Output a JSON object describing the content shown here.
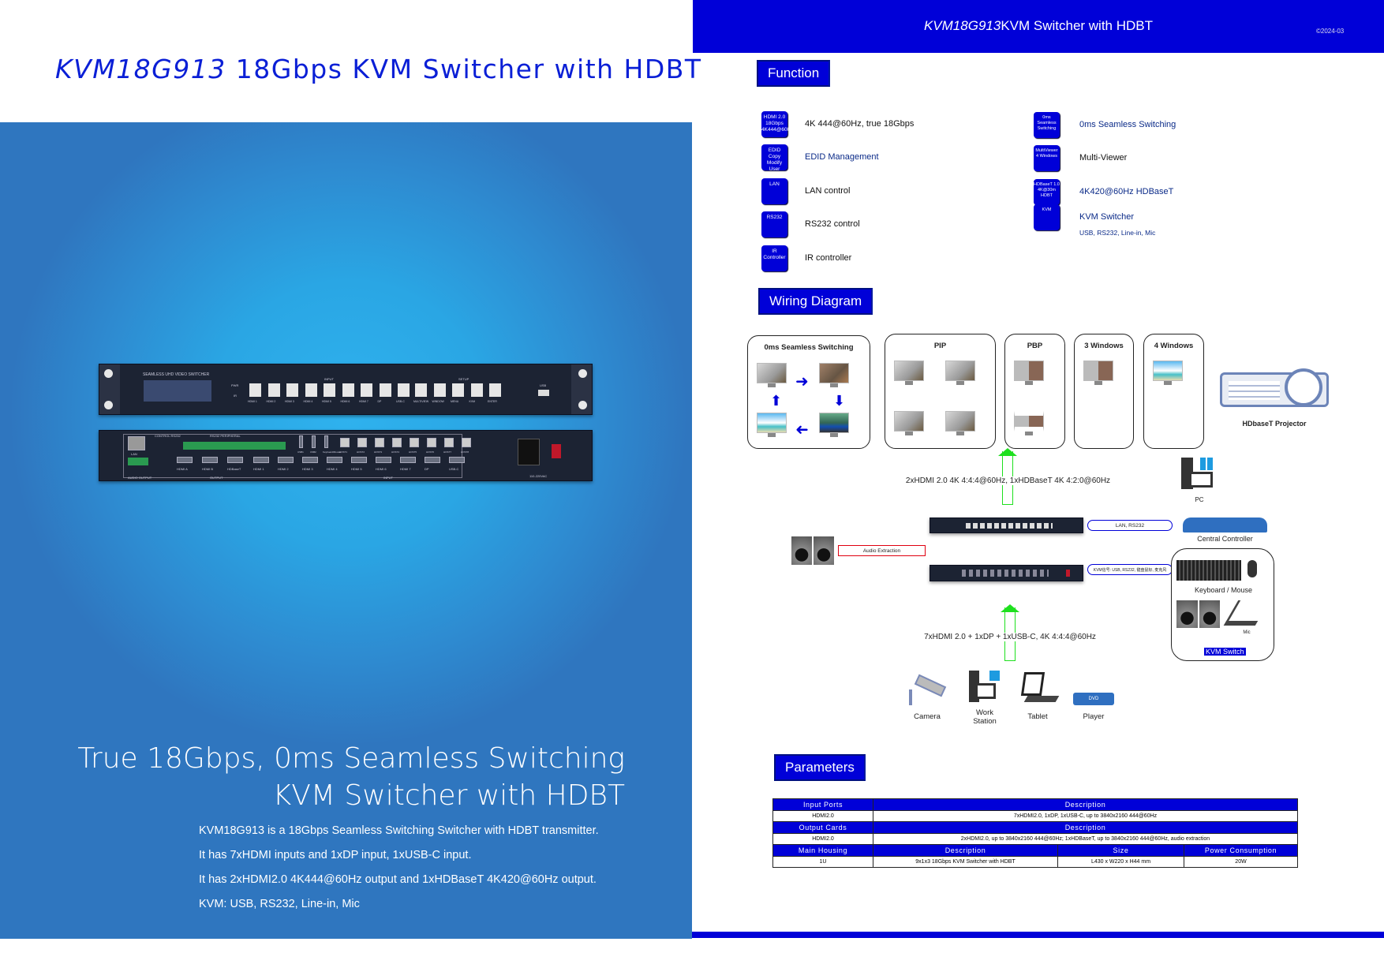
{
  "left": {
    "model": "KVM18G913",
    "title_rest": "18Gbps KVM Switcher with HDBT",
    "headline": [
      "True 18Gbps, 0ms Seamless Switching",
      "KVM Switcher with HDBT"
    ],
    "paragraphs": [
      "KVM18G913 is a 18Gbps Seamless Switching Switcher with HDBT transmitter.",
      "It has 7xHDMI inputs and 1xDP input, 1xUSB-C input.",
      "It has 2xHDMI2.0 4K444@60Hz output and 1xHDBaseT 4K420@60Hz output.",
      "KVM: USB, RS232, Line-in, Mic"
    ],
    "front": {
      "brand": "SEAMLESS UHD VIDEO SWITCHER",
      "input": "INPUT",
      "setup": "SETUP",
      "usb": "USB",
      "pwr": "PWR",
      "ir": "IR",
      "buttons": [
        "HDMI 1",
        "HDMI 2",
        "HDMI 3",
        "HDMI 4",
        "HDMI 5",
        "HDMI 6",
        "HDMI 7",
        "DP",
        "USB-C",
        "MULTIVIEW",
        "WINDOW",
        "MENU",
        "KVM",
        "ENTER"
      ]
    },
    "rear": {
      "lan": "LAN",
      "control": "CONTROL RS232",
      "peripheral": "RS232 PERIPHERAL",
      "audio": "AUDIO OUTPUT",
      "output": "OUTPUT",
      "input": "INPUT",
      "power": "110-220VAC",
      "outputs": [
        "HDMI A",
        "HDMI B",
        "HDBaseT"
      ],
      "inputs": [
        "HDMI 1",
        "HDMI 2",
        "HDMI 3",
        "HDMI 4",
        "HDMI 5",
        "HDMI 6",
        "HDMI 7",
        "DP",
        "USB-C"
      ],
      "usb": [
        "USB1",
        "USB2",
        "Keyboard/Mouse"
      ],
      "hosts": [
        "HOST1",
        "HOST2",
        "HOST3",
        "HOST4",
        "HOST5",
        "HOST6",
        "HOST7",
        "HOST8"
      ]
    }
  },
  "header": {
    "model": "KVM18G913",
    "title": "KVM Switcher with HDBT",
    "date": "©2024-03"
  },
  "function": {
    "heading": "Function",
    "left": [
      {
        "icon": "HDMI 2.0\n18Gbps 4K444@60Hz",
        "text": "4K 444@60Hz, true 18Gbps"
      },
      {
        "icon": "EDID\nCopy Modify User",
        "text": "EDID Management"
      },
      {
        "icon": "LAN",
        "text": "LAN control"
      },
      {
        "icon": "RS232",
        "text": "RS232 control"
      },
      {
        "icon": "IR\nController",
        "text": "IR controller"
      }
    ],
    "right": [
      {
        "icon": "0ms\nSeamless\nSwitching",
        "text": "0ms Seamless Switching"
      },
      {
        "icon": "MultiViewer\n4 Windows",
        "text": "Multi-Viewer"
      },
      {
        "icon": "HDBaseT 1.0\n4K@30m\nHDBT",
        "text": "4K420@60Hz HDBaseT"
      },
      {
        "icon": "KVM",
        "text": "KVM Switcher",
        "sub": "USB, RS232, Line-in, Mic"
      }
    ]
  },
  "wiring": {
    "heading": "Wiring Diagram",
    "panels": [
      "0ms Seamless Switching",
      "PIP",
      "PBP",
      "3 Windows",
      "4 Windows"
    ],
    "projector": "HDbaseT Projector",
    "output_text": "2xHDMI 2.0  4K 4:4:4@60Hz,  1xHDBaseT 4K 4:2:0@60Hz",
    "pc": "PC",
    "lan_arrow": "LAN, RS232",
    "central": "Central Controller",
    "audio_arrow": "Audio Extraction",
    "kvm_arrow": "KVM信号: USB, RS232, 键盘鼠标, 麦克风",
    "keyboard": "Keyboard / Mouse",
    "mic": "Mic",
    "kvm_switch": "KVM Switch",
    "input_text": "7xHDMI 2.0 + 1xDP + 1xUSB-C,  4K 4:4:4@60Hz",
    "sources": [
      "Camera",
      "Work Station",
      "Tablet",
      "Player"
    ],
    "player_badge": "DVD"
  },
  "parameters": {
    "heading": "Parameters",
    "input": {
      "headers": [
        "Input Ports",
        "Description"
      ],
      "row": [
        "HDMI2.0",
        "7xHDMI2.0, 1xDP, 1xUSB-C, up to 3840x2160 444@60Hz"
      ]
    },
    "output": {
      "headers": [
        "Output Cards",
        "Description"
      ],
      "row": [
        "HDMI2.0",
        "2xHDMI2.0, up to 3840x2160 444@60Hz; 1xHDBaseT, up to 3840x2160 444@60Hz, audio extraction"
      ]
    },
    "housing": {
      "headers": [
        "Main Housing",
        "Description",
        "Size",
        "Power Consumption"
      ],
      "row": [
        "1U",
        "9x1x3 18Gbps KVM Switcher with HDBT",
        "L430 x W220 x H44 mm",
        "20W"
      ]
    }
  },
  "colors": {
    "brand_blue": "#0000d8",
    "hero_center": "#2fb2ee",
    "hero_edge": "#2f76bf"
  }
}
